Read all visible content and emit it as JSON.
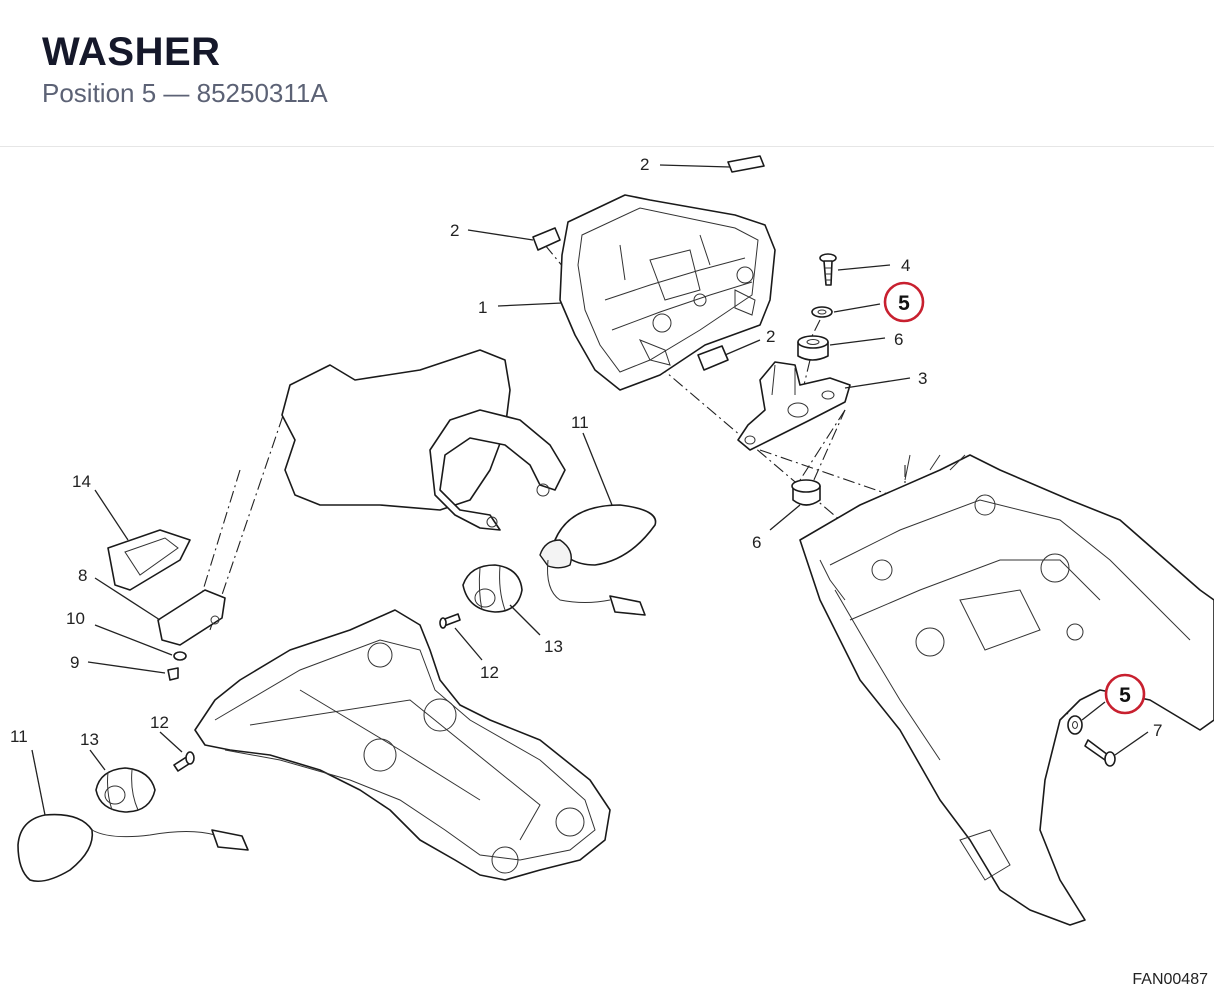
{
  "header": {
    "title": "WASHER",
    "subtitle": "Position 5 — 85250311A"
  },
  "figure_code": "FAN00487",
  "highlight_color": "#c8202f",
  "callouts": {
    "c1": "1",
    "c2a": "2",
    "c2b": "2",
    "c2c": "2",
    "c3": "3",
    "c4": "4",
    "c5a": "5",
    "c5b": "5",
    "c6a": "6",
    "c6b": "6",
    "c7": "7",
    "c8": "8",
    "c9": "9",
    "c10": "10",
    "c11a": "11",
    "c11b": "11",
    "c12a": "12",
    "c12b": "12",
    "c13a": "13",
    "c13b": "13",
    "c14": "14"
  }
}
